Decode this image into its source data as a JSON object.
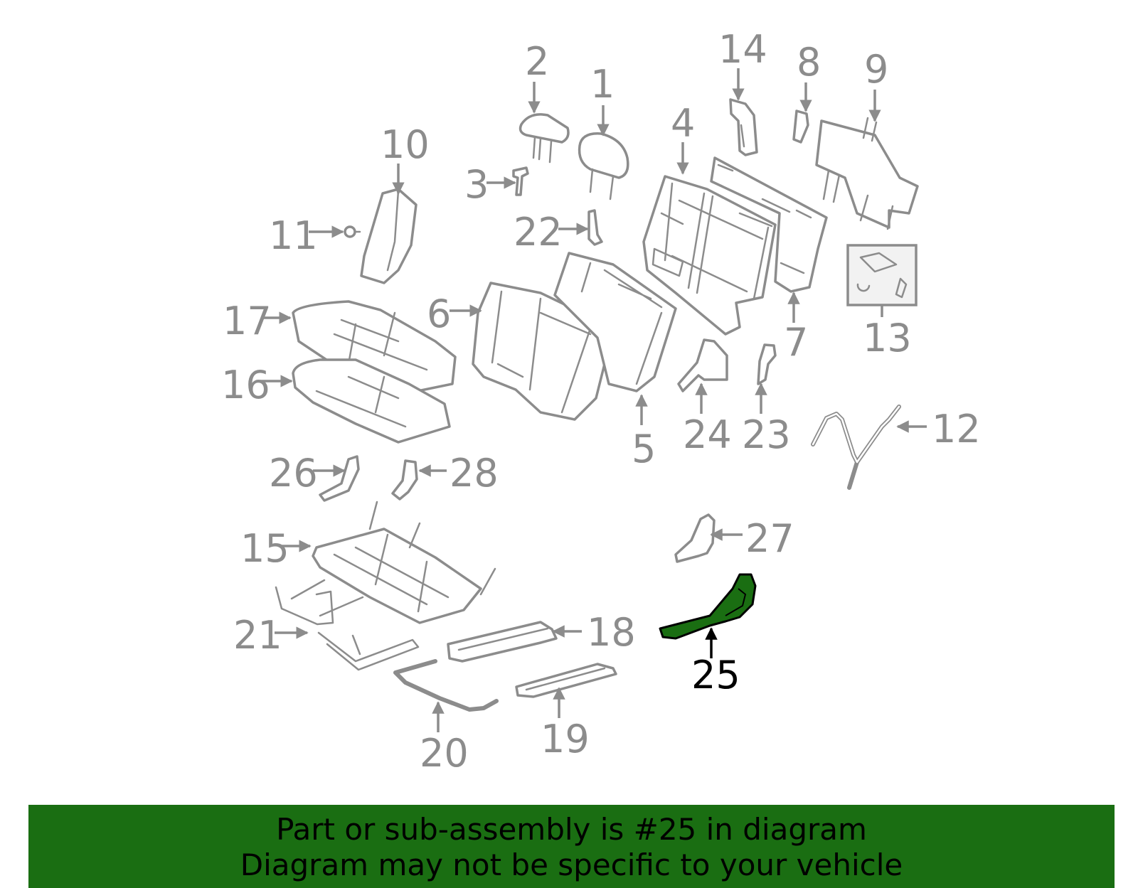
{
  "diagram": {
    "highlighted_part": "25",
    "colors": {
      "highlight": "#1a6e12",
      "line": "#8c8c8c",
      "highlight_text": "#000000"
    },
    "callouts": [
      "1",
      "2",
      "3",
      "4",
      "5",
      "6",
      "7",
      "8",
      "9",
      "10",
      "11",
      "12",
      "13",
      "14",
      "15",
      "16",
      "17",
      "18",
      "19",
      "20",
      "21",
      "22",
      "23",
      "24",
      "25",
      "26",
      "27",
      "28"
    ]
  },
  "banner": {
    "line1": "Part or sub-assembly is #25 in diagram",
    "line2": "Diagram may not be specific to your vehicle"
  }
}
